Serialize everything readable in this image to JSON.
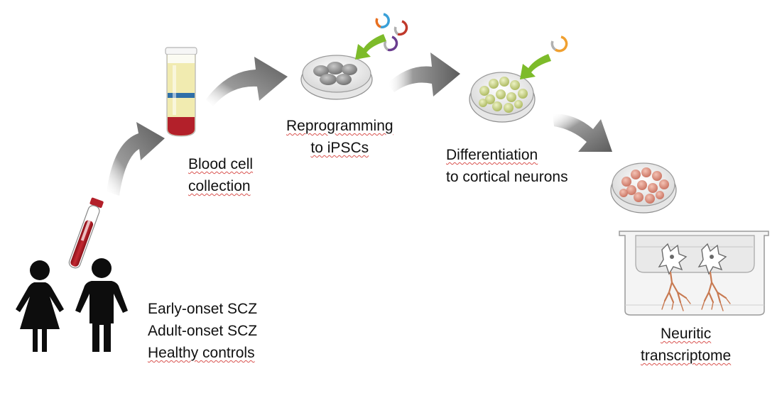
{
  "labels": {
    "blood_collection": [
      "Blood cell",
      "collection"
    ],
    "reprogramming": [
      "Reprogramming",
      "to iPSCs"
    ],
    "differentiation": [
      "Differentiation",
      "to cortical neurons"
    ],
    "groups": [
      "Early-onset SCZ",
      "Adult-onset SCZ",
      "Healthy controls"
    ],
    "neuritic": [
      "Neuritic",
      "transcriptome"
    ]
  },
  "colors": {
    "arrow": "#6f6f6f",
    "blood": "#b3202a",
    "plasma": "#f3ecb0",
    "buffy": "#2f6fa8",
    "ipsc": "#8a8a8a",
    "npc": "#c9d48a",
    "neuron_cell": "#d98a7a",
    "green_arrow": "#7dbb2a",
    "plasmid_blue": "#3aa0d8",
    "plasmid_red": "#c0392b",
    "plasmid_purple": "#6a3d8f",
    "plasmid_orange": "#f0a030"
  },
  "icons": [
    "person-female-icon",
    "person-male-icon",
    "blood-tube-icon",
    "centrifuge-tube-icon",
    "petri-dish-icon",
    "plasmid-icon",
    "transwell-icon",
    "neuron-icon"
  ]
}
